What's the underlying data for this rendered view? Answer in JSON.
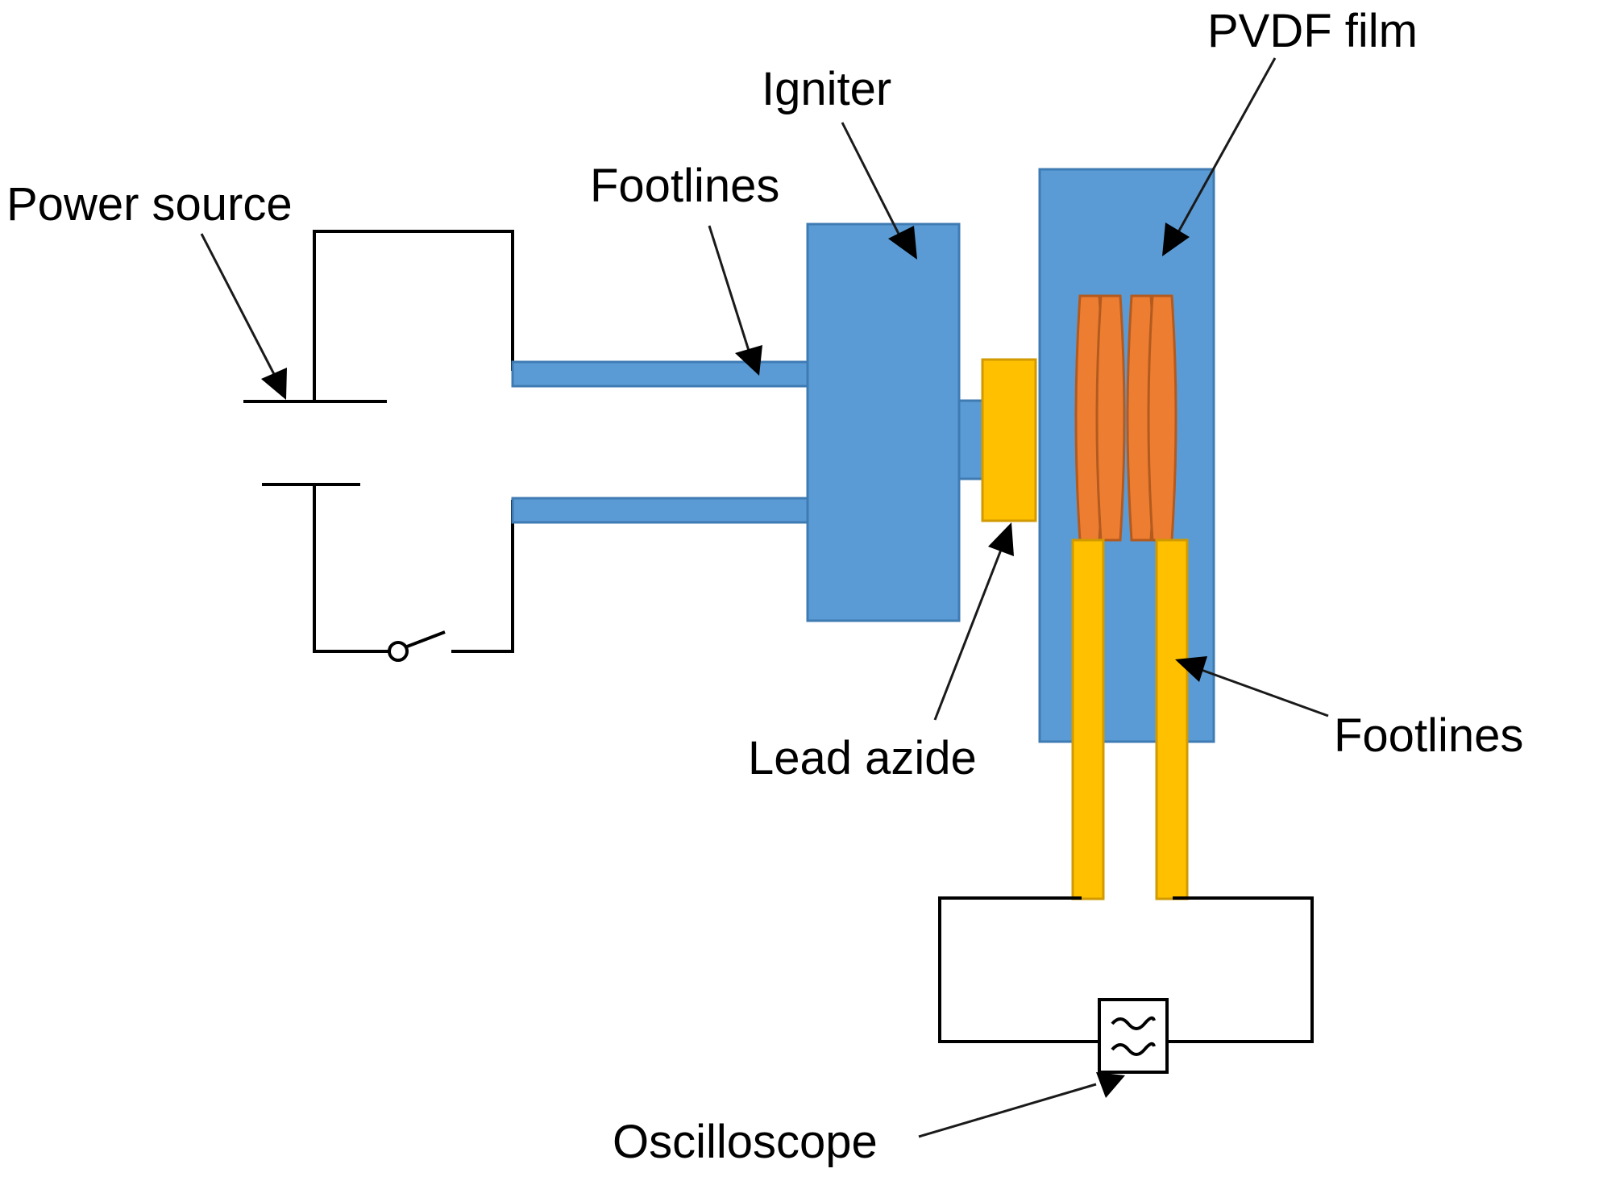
{
  "labels": {
    "power_source": "Power source",
    "footlines_left": "Footlines",
    "igniter": "Igniter",
    "pvdf_film": "PVDF film",
    "lead_azide": "Lead azide",
    "footlines_right": "Footlines",
    "oscilloscope": "Oscilloscope"
  },
  "colors": {
    "igniter_body": "#5b9bd5",
    "pvdf_body": "#5b9bd5",
    "lead_azide": "#ffc000",
    "coil": "#ed7d31",
    "footlines_gold": "#ffc000",
    "wire": "#000000"
  }
}
